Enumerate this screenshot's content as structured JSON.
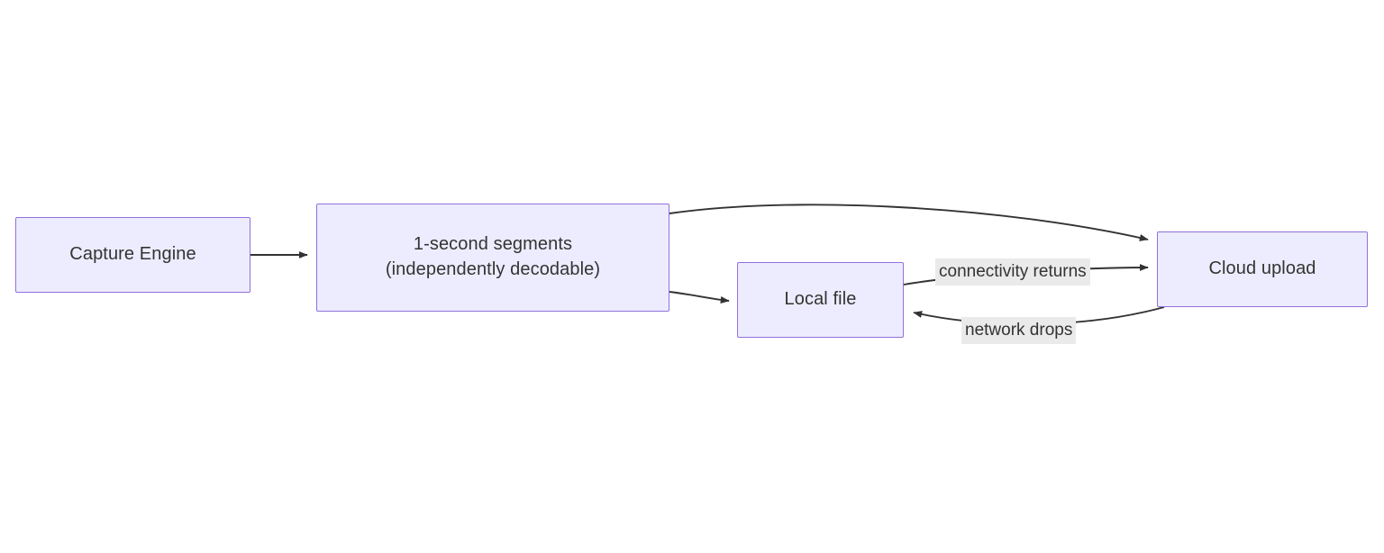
{
  "diagram": {
    "type": "flowchart",
    "direction": "left-to-right",
    "theme": {
      "node_fill": "#ECECFE",
      "node_stroke": "#9370DB",
      "edge_stroke": "#333333",
      "label_background": "#EAEAEA",
      "text_color": "#333333",
      "canvas_background": "#FFFFFF"
    },
    "nodes": [
      {
        "id": "capture-engine",
        "label": "Capture Engine"
      },
      {
        "id": "segments",
        "label": "1-second segments\n(independently decodable)"
      },
      {
        "id": "local-file",
        "label": "Local file"
      },
      {
        "id": "cloud-upload",
        "label": "Cloud upload"
      }
    ],
    "edges": [
      {
        "id": "capture-to-segments",
        "from": "capture-engine",
        "to": "segments",
        "label": "",
        "style": "solid-arrow"
      },
      {
        "id": "segments-to-cloud",
        "from": "segments",
        "to": "cloud-upload",
        "label": "",
        "style": "curved-arrow"
      },
      {
        "id": "segments-to-local",
        "from": "segments",
        "to": "local-file",
        "label": "",
        "style": "curved-arrow"
      },
      {
        "id": "local-to-cloud",
        "from": "local-file",
        "to": "cloud-upload",
        "label": "connectivity returns",
        "style": "curved-arrow"
      },
      {
        "id": "cloud-to-local",
        "from": "cloud-upload",
        "to": "local-file",
        "label": "network drops",
        "style": "curved-arrow"
      }
    ]
  }
}
